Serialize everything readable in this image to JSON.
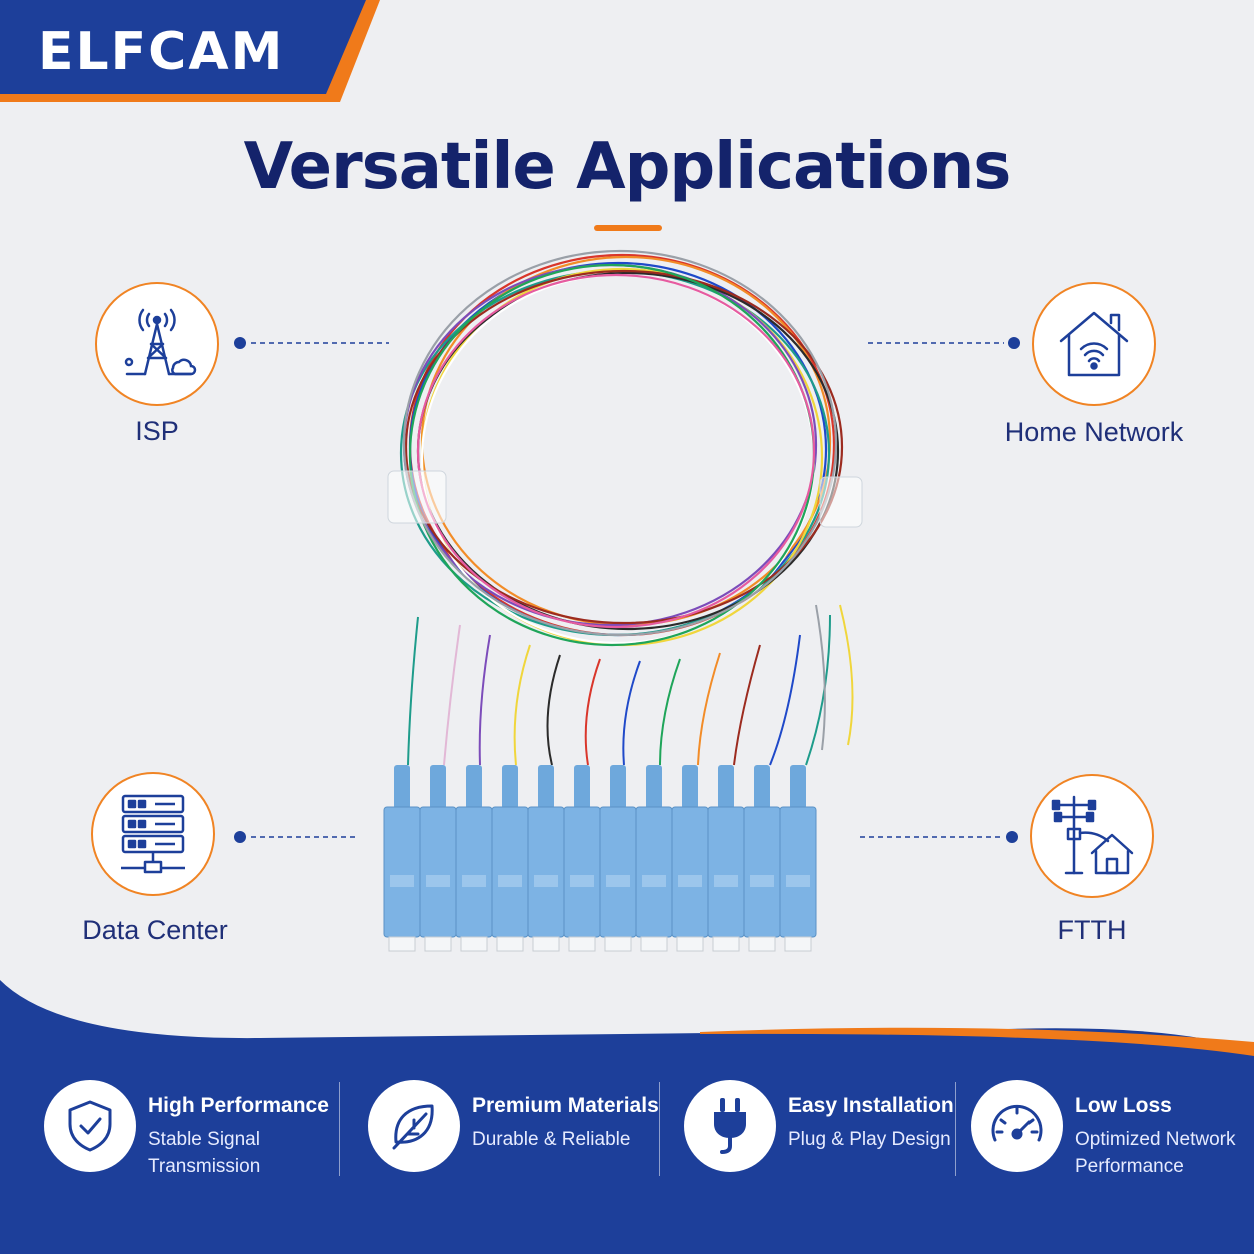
{
  "brand": {
    "name": "ELFCAM"
  },
  "title": "Versatile Applications",
  "applications": [
    {
      "label": "ISP",
      "icon": "cell-tower-icon"
    },
    {
      "label": "Home Network",
      "icon": "home-wifi-icon"
    },
    {
      "label": "Data Center",
      "icon": "server-rack-icon"
    },
    {
      "label": "FTTH",
      "icon": "utility-pole-house-icon"
    }
  ],
  "product": {
    "connectors": 12,
    "icon": "sc-fiber-pigtail-bundle"
  },
  "features": [
    {
      "title": "High Performance",
      "desc": "Stable Signal Transmission",
      "icon": "shield-check-icon"
    },
    {
      "title": "Premium Materials",
      "desc": "Durable & Reliable",
      "icon": "leaf-icon"
    },
    {
      "title": "Easy Installation",
      "desc": "Plug & Play Design",
      "icon": "plug-icon"
    },
    {
      "title": "Low Loss",
      "desc": "Optimized Network Performance",
      "icon": "gauge-icon"
    }
  ],
  "colors": {
    "navy": "#14236b",
    "blue": "#1d3f9a",
    "orange": "#f07a1a",
    "connector": "#6ea8dc"
  }
}
